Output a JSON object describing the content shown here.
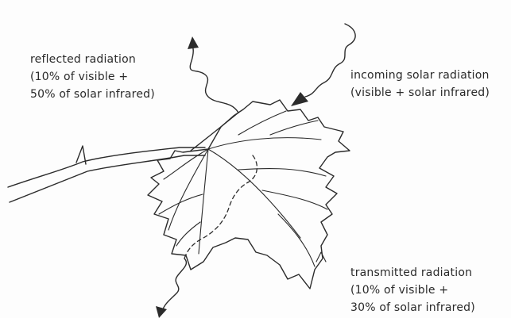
{
  "labels": {
    "reflected": {
      "line1": "reflected radiation",
      "line2": "(10% of visible +",
      "line3": "50% of solar infrared)"
    },
    "incoming": {
      "line1": "incoming solar radiation",
      "line2": "(visible + solar infrared)"
    },
    "transmitted": {
      "line1": "transmitted radiation",
      "line2": "(10% of visible +",
      "line3": "30% of solar infrared)"
    }
  }
}
